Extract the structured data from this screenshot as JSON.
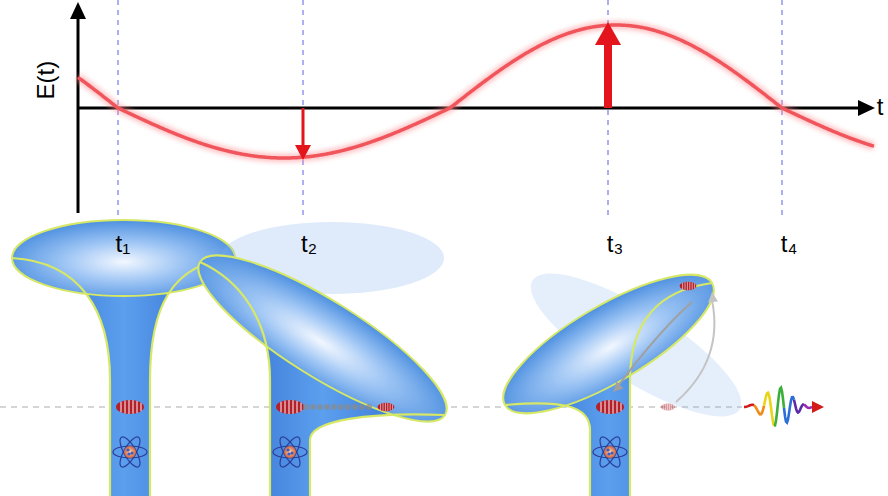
{
  "diagram": {
    "labels": [
      "E(t)",
      "t",
      "t₁",
      "t₂",
      "t₃",
      "t₄"
    ]
  }
}
